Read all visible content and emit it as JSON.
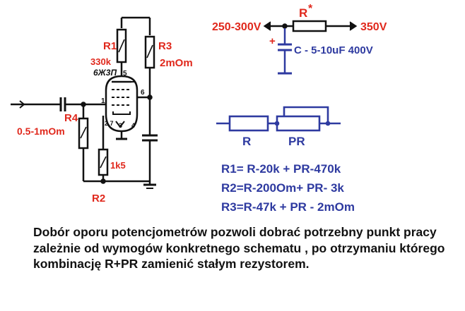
{
  "schematic": {
    "r1_name": "R1",
    "r1_value": "330k",
    "r3_name": "R3",
    "r3_value": "2mOm",
    "tube_type": "6Ж3П",
    "r4_name": "R4",
    "r4_value": "0.5-1mOm",
    "r_cathode_value": "1k5",
    "r2_name": "R2",
    "pin_5": "5",
    "pin_1": "1",
    "pin_6": "6",
    "pin_2_7": "2,7",
    "pin_3": "3",
    "pin_4": "4"
  },
  "supply": {
    "left_voltage": "250-300V",
    "right_voltage": "350V",
    "resistor_label": "R",
    "resistor_mark": "*",
    "cap_plus": "+",
    "cap_label": "C - 5-10uF 400V"
  },
  "combo": {
    "r_label": "R",
    "pr_label": "PR"
  },
  "formulas": [
    "R1= R-20k + PR-470k",
    "R2=R-200Om+ PR- 3k",
    "R3=R-47k + PR - 2mOm"
  ],
  "note": "Dobór oporu potencjometrów pozwoli dobrać potrzebny punkt pracy zależnie od wymogów konkretnego schematu , po otrzymaniu którego kombinację R+PR zamienić stałym rezystorem.",
  "colors": {
    "label_red": "#e0281c",
    "diagram_blue": "#2e3aa0",
    "ink": "#111111"
  }
}
